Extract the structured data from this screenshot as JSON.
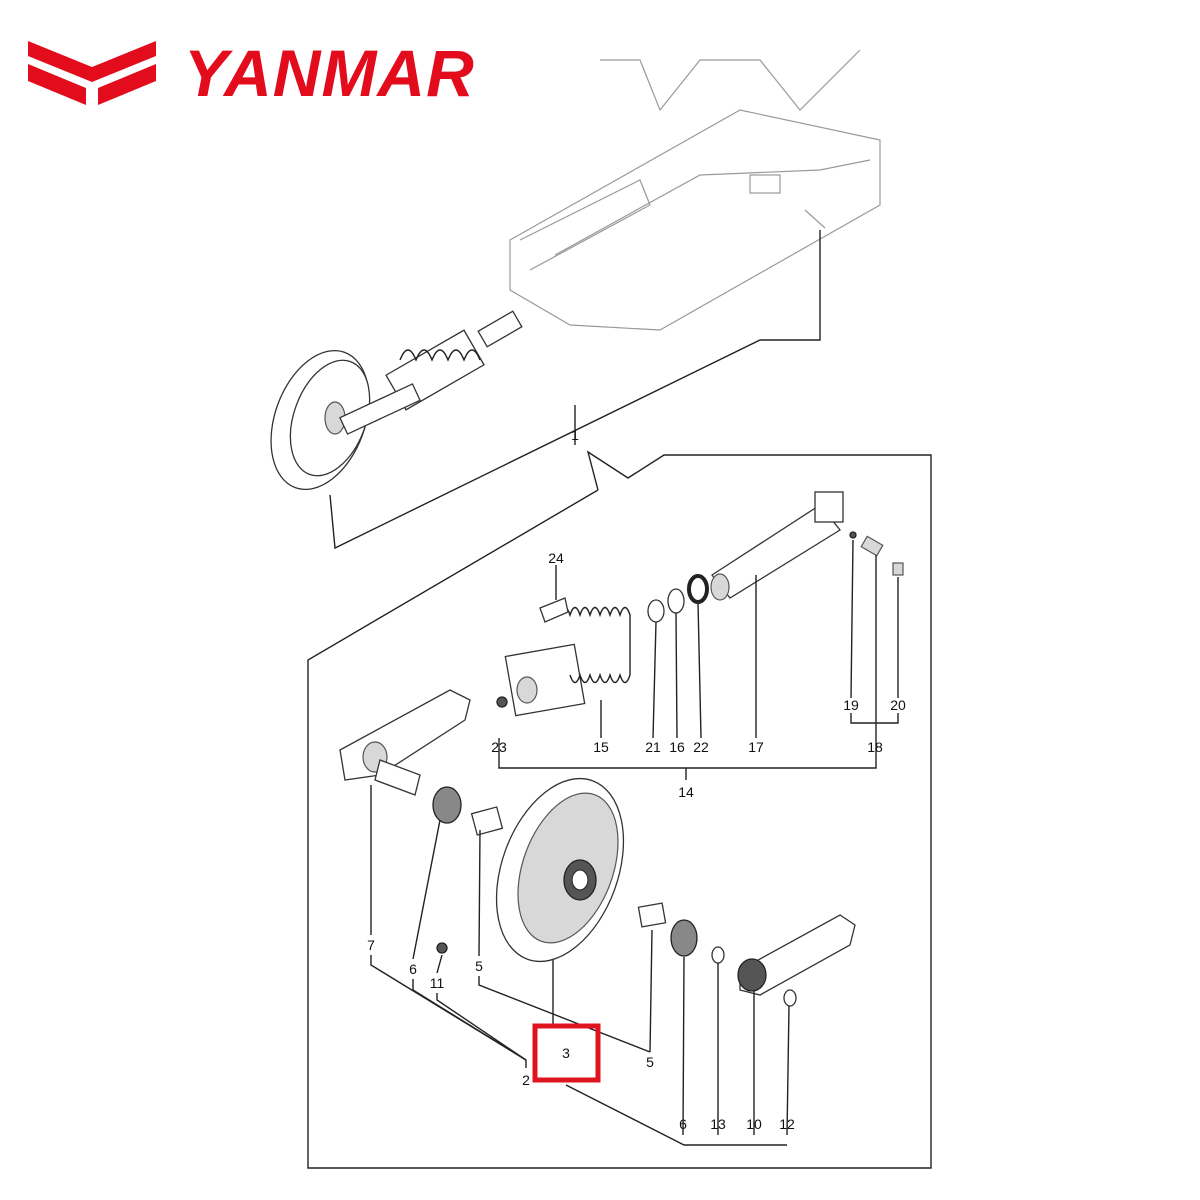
{
  "brand": {
    "name": "YANMAR",
    "color": "#e20c1c"
  },
  "highlight_color": "#e0141e",
  "callouts": {
    "assembly": "1",
    "c24": "24",
    "c23": "23",
    "c15": "15",
    "c21": "21",
    "c16": "16",
    "c22": "22",
    "c17": "17",
    "c19": "19",
    "c20": "20",
    "c18": "18",
    "c14": "14",
    "c7": "7",
    "c6a": "6",
    "c11": "11",
    "c5a": "5",
    "c3": "3",
    "c2": "2",
    "c5b": "5",
    "c6b": "6",
    "c13": "13",
    "c10": "10",
    "c12": "12"
  }
}
